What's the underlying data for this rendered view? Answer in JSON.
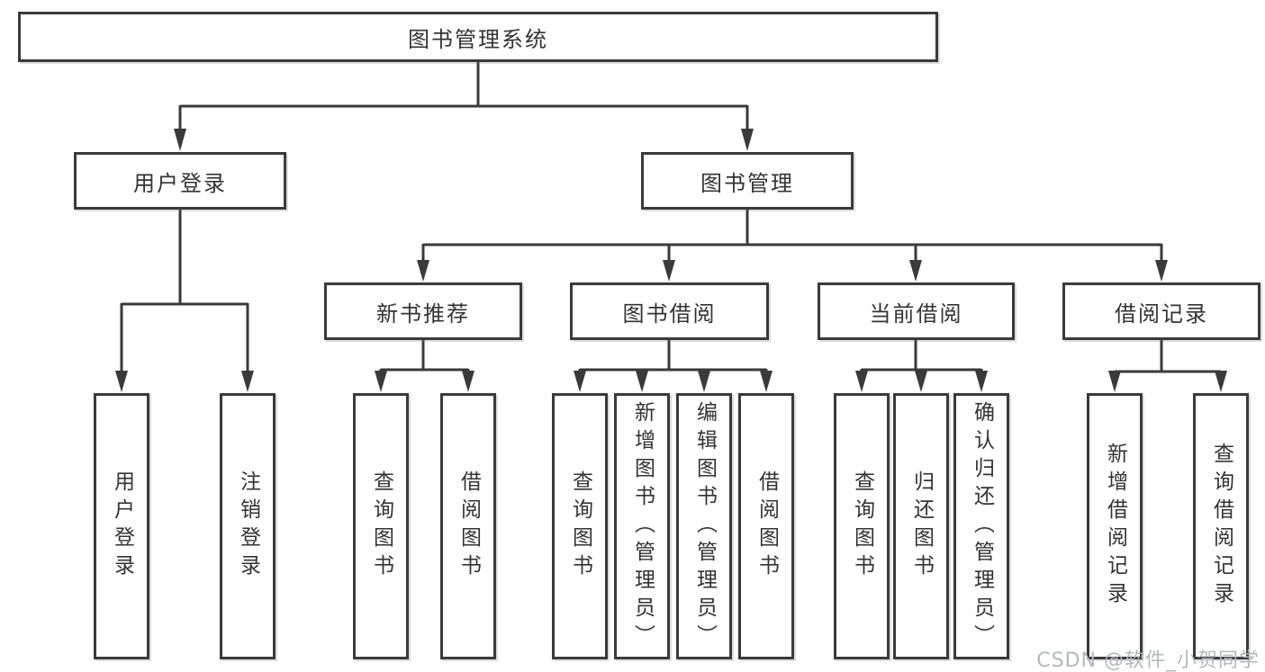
{
  "diagram": {
    "title": "图书管理系统",
    "root": {
      "label": "图书管理系统"
    },
    "level2": [
      {
        "id": "user-login",
        "label": "用户登录"
      },
      {
        "id": "book-management",
        "label": "图书管理"
      }
    ],
    "level3": [
      {
        "id": "new-book-recommend",
        "label": "新书推荐"
      },
      {
        "id": "book-borrow",
        "label": "图书借阅"
      },
      {
        "id": "current-borrow",
        "label": "当前借阅"
      },
      {
        "id": "borrow-records",
        "label": "借阅记录"
      }
    ],
    "leaves": {
      "user_login": [
        {
          "label": "用户登录"
        },
        {
          "label": "注销登录"
        }
      ],
      "new_book": [
        {
          "label": "查询图书"
        },
        {
          "label": "借阅图书"
        }
      ],
      "book_borrow": [
        {
          "label": "查询图书"
        },
        {
          "label": "新增图书（管理员）"
        },
        {
          "label": "编辑图书（管理员）"
        },
        {
          "label": "借阅图书"
        }
      ],
      "current_borrow": [
        {
          "label": "查询图书"
        },
        {
          "label": "归还图书"
        },
        {
          "label": "确认归还（管理员）"
        }
      ],
      "borrow_records": [
        {
          "label": "新增借阅记录"
        },
        {
          "label": "查询借阅记录"
        }
      ]
    }
  },
  "watermark": {
    "text": "CSDN @软件_小贺同学"
  },
  "colors": {
    "line": "#3a3a3a",
    "text": "#333333",
    "background": "#ffffff",
    "watermark": "#b3b8bd"
  }
}
